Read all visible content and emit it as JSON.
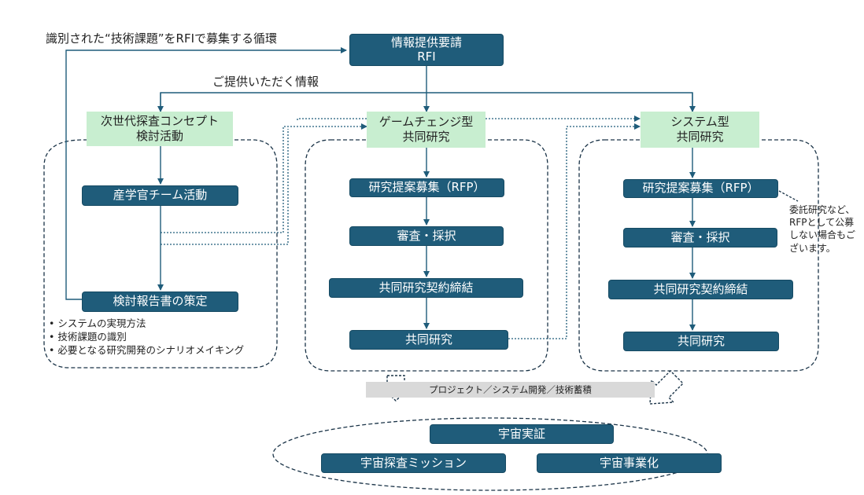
{
  "loop_title": "識別された“技術課題”をRFIで募集する循環",
  "rfi_box": "情報提供要請\nRFI",
  "provided_info": "ご提供いただく情報",
  "columns": [
    {
      "header": "次世代探査コンセプト\n検討活動",
      "steps": [
        "産学官チーム活動",
        "検討報告書の策定"
      ]
    },
    {
      "header": "ゲームチェンジ型\n共同研究",
      "steps": [
        "研究提案募集（RFP）",
        "審査・採択",
        "共同研究契約締結",
        "共同研究"
      ]
    },
    {
      "header": "システム型\n共同研究",
      "steps": [
        "研究提案募集（RFP）",
        "審査・採択",
        "共同研究契約締結",
        "共同研究"
      ]
    }
  ],
  "report_bullets": [
    "システムの実現方法",
    "技術課題の識別",
    "必要となる研究開発のシナリオメイキング"
  ],
  "note": "委託研究など、\nRFPとして公募\nしない場合もご\nざいます。",
  "band_label": "プロジェクト／システム開発／技術蓄積",
  "outcomes": [
    "宇宙実証",
    "宇宙探査ミッション",
    "宇宙事業化"
  ],
  "colors": {
    "box": "#1f5c7a",
    "header": "#c8eed0",
    "band": "#d9d9d9",
    "line": "#1f5c7a"
  },
  "icons": [
    "down-arrow-hollow-icon",
    "down-left-arrow-hollow-icon"
  ]
}
